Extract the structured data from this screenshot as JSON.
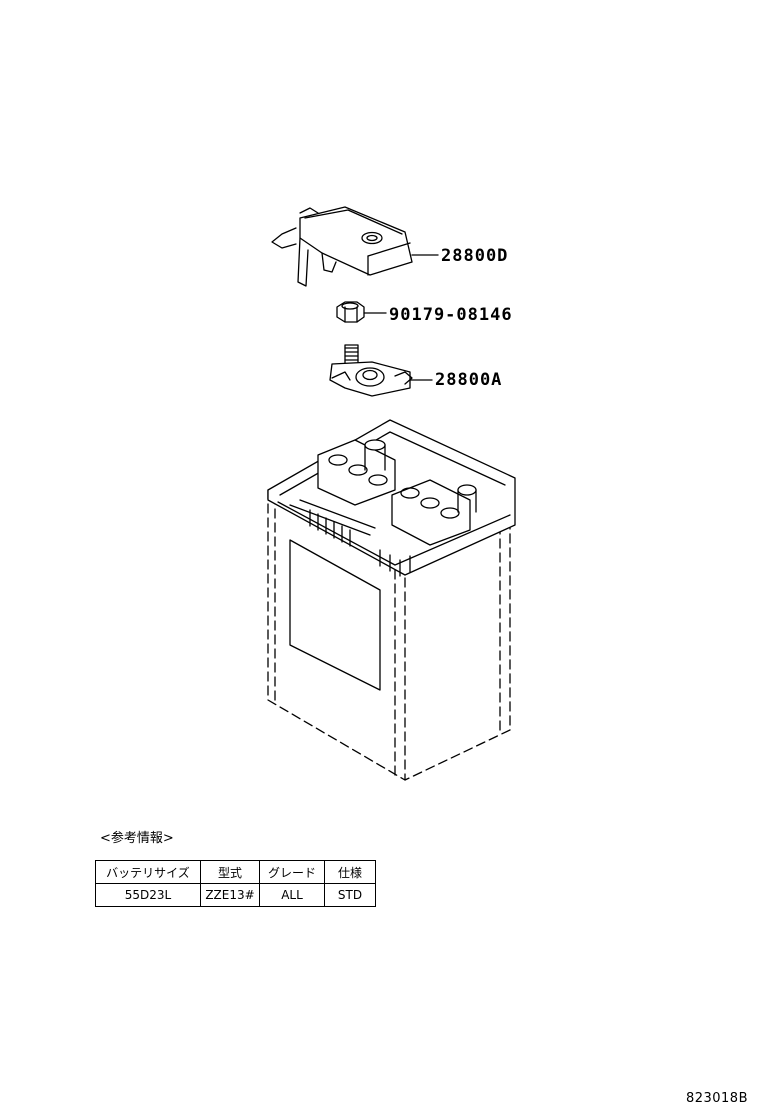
{
  "parts": [
    {
      "number": "28800D",
      "part": "terminal-cover"
    },
    {
      "number": "90179-08146",
      "part": "nut"
    },
    {
      "number": "28800A",
      "part": "battery-terminal-clamp"
    }
  ],
  "reference_info": {
    "heading": "<参考情報>",
    "columns": [
      "バッテリサイズ",
      "型式",
      "グレード",
      "仕様"
    ],
    "rows": [
      [
        "55D23L",
        "ZZE13#",
        "ALL",
        "STD"
      ]
    ]
  },
  "drawing_code": "823018B"
}
